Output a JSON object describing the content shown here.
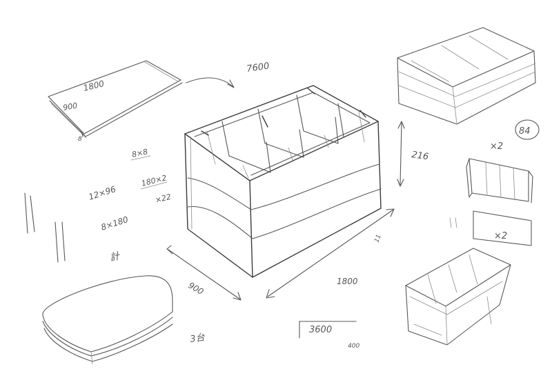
{
  "labels": {
    "board_length": "1800",
    "board_width": "900",
    "top_width": "7600",
    "height": "216",
    "front_width": "1800",
    "depth": "900",
    "total_length": "3600",
    "sub_value": "400",
    "times_two_a": "×2",
    "times_two_b": "×2",
    "circled": "84",
    "pieces_a": "8×8",
    "pieces_b": "12×96",
    "pieces_c": "180×2",
    "pieces_d": "8×180",
    "pieces_e": "×22",
    "kanji_a": "計",
    "kanji_b": "3台",
    "small_note": "11",
    "corner_note": "8"
  }
}
